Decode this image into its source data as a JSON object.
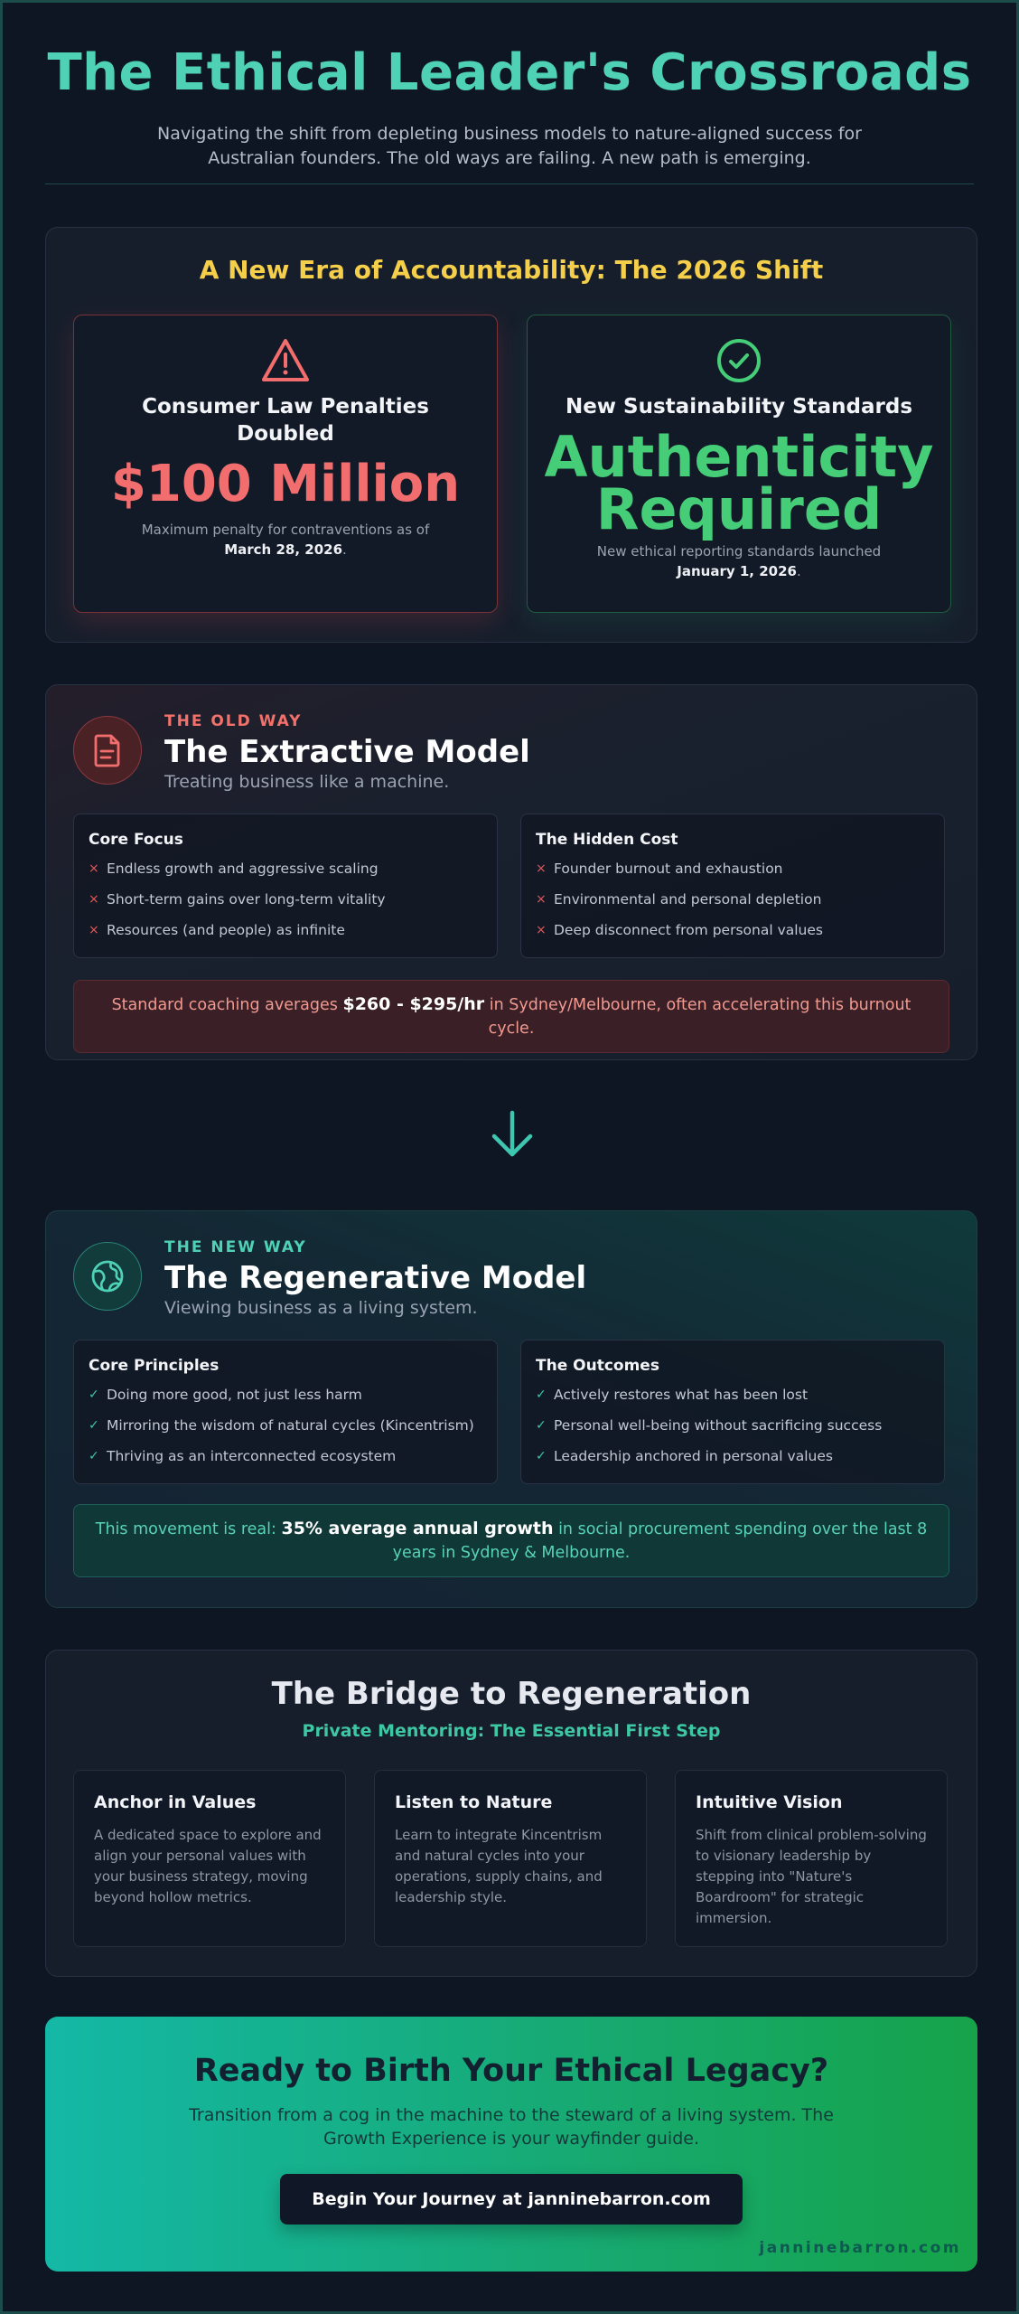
{
  "header": {
    "title": "The Ethical Leader's Crossroads",
    "subtitle": "Navigating the shift from depleting business models to nature-aligned success for Australian founders. The old ways are failing. A new path is emerging."
  },
  "accountability": {
    "heading": "A New Era of Accountability: The 2026 Shift",
    "penalties": {
      "icon": "warning-triangle-icon",
      "title": "Consumer Law Penalties Doubled",
      "value": "$100 Million",
      "note": "Maximum penalty for contraventions as of",
      "date": "March 28, 2026",
      "period": "."
    },
    "standards": {
      "icon": "check-circle-icon",
      "title": "New Sustainability Standards",
      "value_line1": "Authenticity",
      "value_line2": "Required",
      "note": "New ethical reporting standards launched",
      "date": "January 1, 2026",
      "period": "."
    }
  },
  "old_way": {
    "icon": "document-icon",
    "tag": "THE OLD WAY",
    "title": "The Extractive Model",
    "subtitle": "Treating business like a machine.",
    "left": {
      "heading": "Core Focus",
      "items": [
        "Endless growth and aggressive scaling",
        "Short-term gains over long-term vitality",
        "Resources (and people) as infinite"
      ]
    },
    "right": {
      "heading": "The Hidden Cost",
      "items": [
        "Founder burnout and exhaustion",
        "Environmental and personal depletion",
        "Deep disconnect from personal values"
      ]
    },
    "marker": "×",
    "banner": {
      "pre": "Standard coaching averages",
      "highlight": "$260 - $295/hr",
      "post": "in Sydney/Melbourne, often accelerating this burnout cycle."
    }
  },
  "new_way": {
    "icon": "globe-icon",
    "tag": "THE NEW WAY",
    "title": "The Regenerative Model",
    "subtitle": "Viewing business as a living system.",
    "left": {
      "heading": "Core Principles",
      "items": [
        "Doing more good, not just less harm",
        "Mirroring the wisdom of natural cycles (Kincentrism)",
        "Thriving as an interconnected ecosystem"
      ]
    },
    "right": {
      "heading": "The Outcomes",
      "items": [
        "Actively restores what has been lost",
        "Personal well-being without sacrificing success",
        "Leadership anchored in personal values"
      ]
    },
    "marker": "✓",
    "banner": {
      "pre": "This movement is real:",
      "highlight": "35% average annual growth",
      "post": "in social procurement spending over the last 8 years in Sydney & Melbourne."
    }
  },
  "bridge": {
    "title": "The Bridge to Regeneration",
    "subtitle": "Private Mentoring: The Essential First Step",
    "cards": [
      {
        "title": "Anchor in Values",
        "text": "A dedicated space to explore and align your personal values with your business strategy, moving beyond hollow metrics."
      },
      {
        "title": "Listen to Nature",
        "text": "Learn to integrate Kincentrism and natural cycles into your operations, supply chains, and leadership style."
      },
      {
        "title": "Intuitive Vision",
        "text": "Shift from clinical problem-solving to visionary leadership by stepping into \"Nature's Boardroom\" for strategic immersion."
      }
    ]
  },
  "cta": {
    "title": "Ready to Birth Your Ethical Legacy?",
    "text": "Transition from a cog in the machine to the steward of a living system. The Growth Experience is your wayfinder guide.",
    "button": "Begin Your Journey at janninebarron.com",
    "signature": "janninebarron.com"
  },
  "colors": {
    "accent_teal": "#4fd1b6",
    "accent_yellow": "#f5cf4a",
    "alert_red": "#f26d6d",
    "success_green": "#45cd78"
  }
}
